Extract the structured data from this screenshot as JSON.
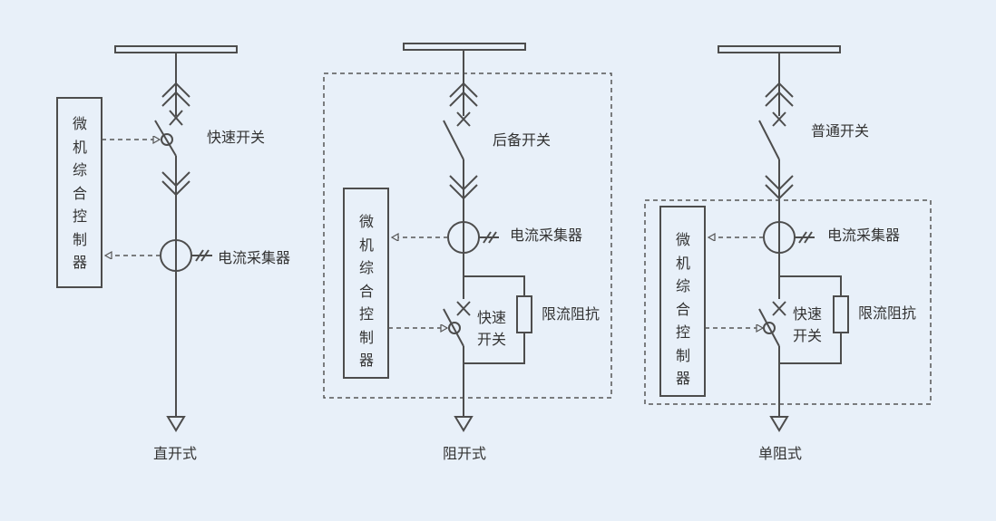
{
  "colors": {
    "background": "#e8f0f9",
    "line": "#4d4d4d",
    "text": "#333333"
  },
  "diagrams": [
    {
      "caption": "直开式",
      "controller_label": "微机综合控制器",
      "switch_label": "快速开关",
      "ct_label": "电流采集器"
    },
    {
      "caption": "阻开式",
      "controller_label": "微机综合控制器",
      "switch_label": "后备开关",
      "ct_label": "电流采集器",
      "fast_switch_label_line1": "快速",
      "fast_switch_label_line2": "开关",
      "reactor_label": "限流阻抗"
    },
    {
      "caption": "单阻式",
      "controller_label": "微机综合控制器",
      "switch_label": "普通开关",
      "ct_label": "电流采集器",
      "fast_switch_label_line1": "快速",
      "fast_switch_label_line2": "开关",
      "reactor_label": "限流阻抗"
    }
  ],
  "controller_chars": [
    "微",
    "机",
    "综",
    "合",
    "控",
    "制",
    "器"
  ]
}
